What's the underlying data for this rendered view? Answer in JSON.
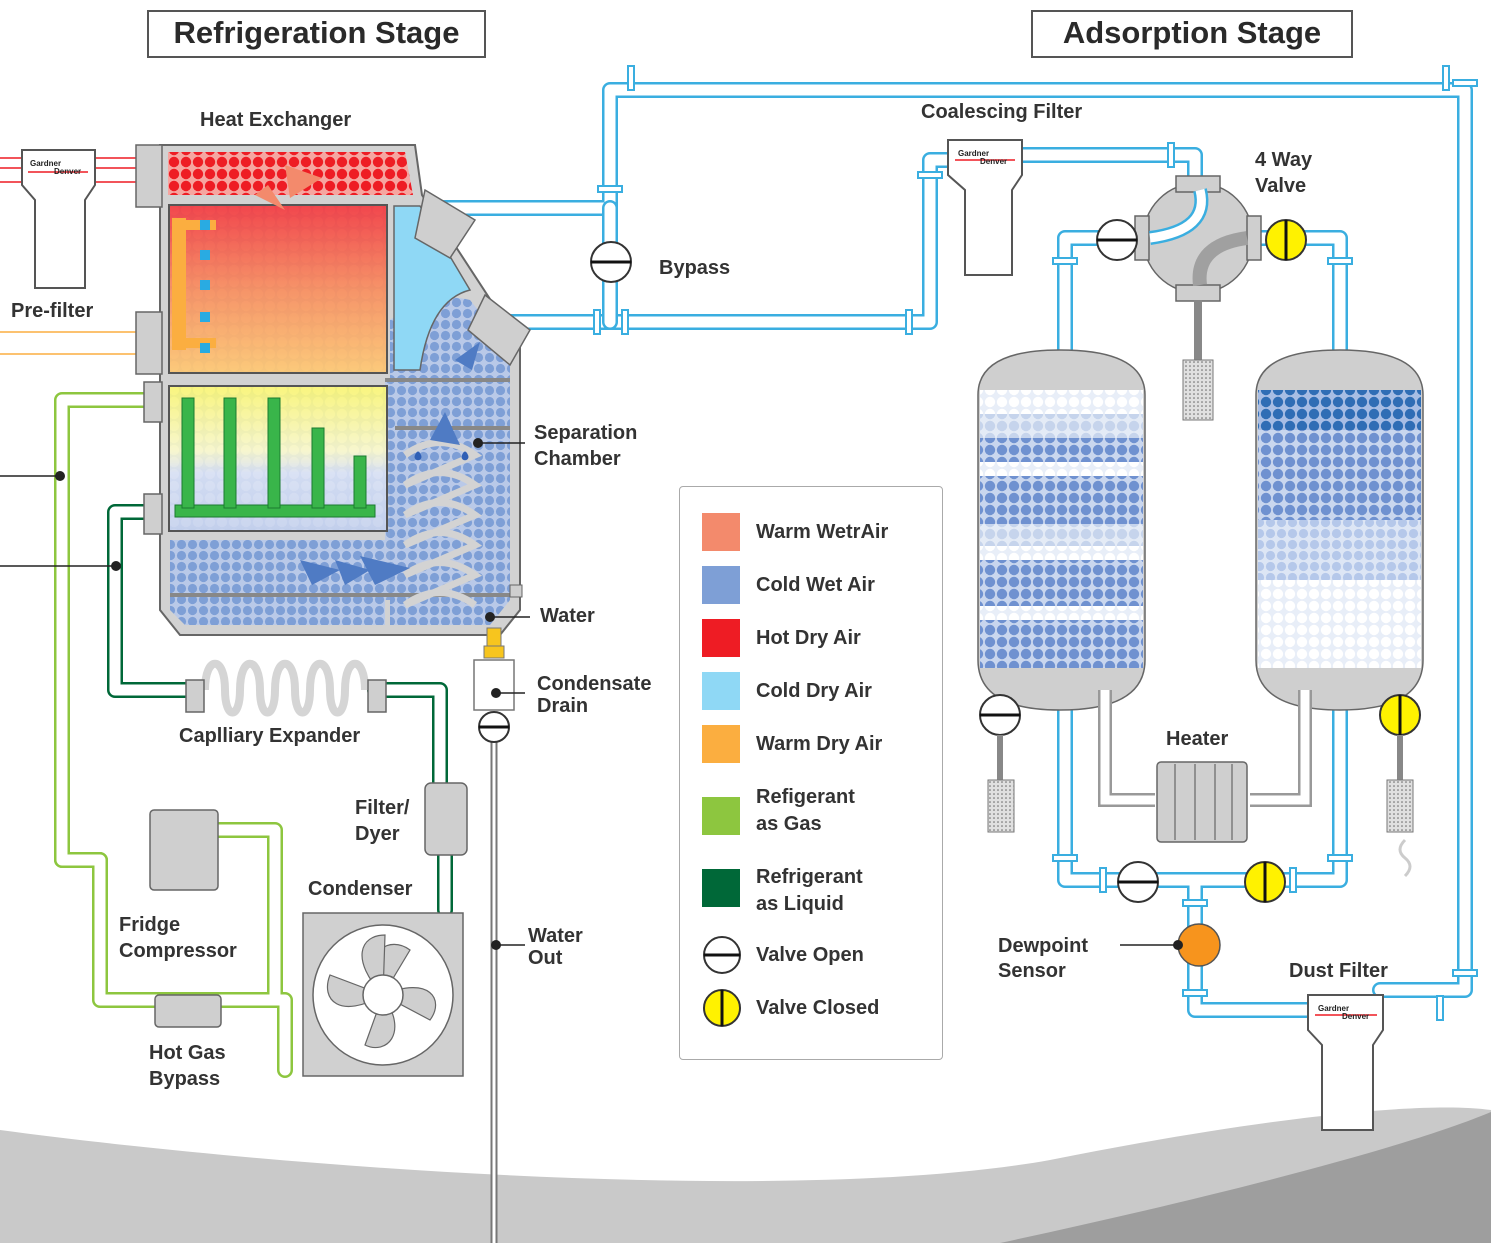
{
  "stages": {
    "refrigeration": "Refrigeration Stage",
    "adsorption": "Adsorption Stage"
  },
  "labels": {
    "heat_exchanger": "Heat Exchanger",
    "pre_filter": "Pre-filter",
    "bypass": "Bypass",
    "coalescing_filter": "Coalescing Filter",
    "four_way_valve_l1": "4 Way",
    "four_way_valve_l2": "Valve",
    "separation_chamber_l1": "Separation",
    "separation_chamber_l2": "Chamber",
    "water": "Water",
    "condensate_drain_l1": "Condensate",
    "condensate_drain_l2": "Drain",
    "capillary_expander": "Caplliary Expander",
    "filter_dryer_l1": "Filter/",
    "filter_dryer_l2": "Dyer",
    "condenser": "Condenser",
    "fridge_compressor_l1": "Fridge",
    "fridge_compressor_l2": "Compressor",
    "hot_gas_bypass_l1": "Hot Gas",
    "hot_gas_bypass_l2": "Bypass",
    "water_out_l1": "Water",
    "water_out_l2": "Out",
    "heater": "Heater",
    "dewpoint_sensor_l1": "Dewpoint",
    "dewpoint_sensor_l2": "Sensor",
    "dust_filter": "Dust Filter",
    "brand_l1": "Gardner",
    "brand_l2": "Denver"
  },
  "legend": [
    {
      "label_l1": "Warm WetrAir",
      "label_l2": "",
      "color": "#f38a6c",
      "kind": "swatch"
    },
    {
      "label_l1": "Cold Wet Air",
      "label_l2": "",
      "color": "#7e9fd6",
      "kind": "swatch"
    },
    {
      "label_l1": "Hot Dry Air",
      "label_l2": "",
      "color": "#ee1c24",
      "kind": "swatch"
    },
    {
      "label_l1": "Cold Dry Air",
      "label_l2": "",
      "color": "#8fd8f5",
      "kind": "swatch"
    },
    {
      "label_l1": "Warm Dry Air",
      "label_l2": "",
      "color": "#fbae40",
      "kind": "swatch"
    },
    {
      "label_l1": "Refigerant",
      "label_l2": "as Gas",
      "color": "#8dc63f",
      "kind": "swatch"
    },
    {
      "label_l1": "Refrigerant",
      "label_l2": "as Liquid",
      "color": "#006838",
      "kind": "swatch"
    },
    {
      "label_l1": "Valve Open",
      "label_l2": "",
      "color": "#ffffff",
      "kind": "valve-open"
    },
    {
      "label_l1": "Valve Closed",
      "label_l2": "",
      "color": "#fff200",
      "kind": "valve-closed"
    }
  ],
  "colors": {
    "warm_wet_air": "#f38a6c",
    "cold_wet_air": "#7e9fd6",
    "hot_dry_air": "#ee1c24",
    "cold_dry_air": "#8fd8f5",
    "warm_dry_air": "#fbae40",
    "refrigerant_gas": "#8dc63f",
    "refrigerant_liquid": "#006838",
    "air_pipe": "#3aaee0",
    "valve_closed": "#fff200",
    "dewpoint_sensor": "#f7941d",
    "housing": "#cfcfcf"
  }
}
